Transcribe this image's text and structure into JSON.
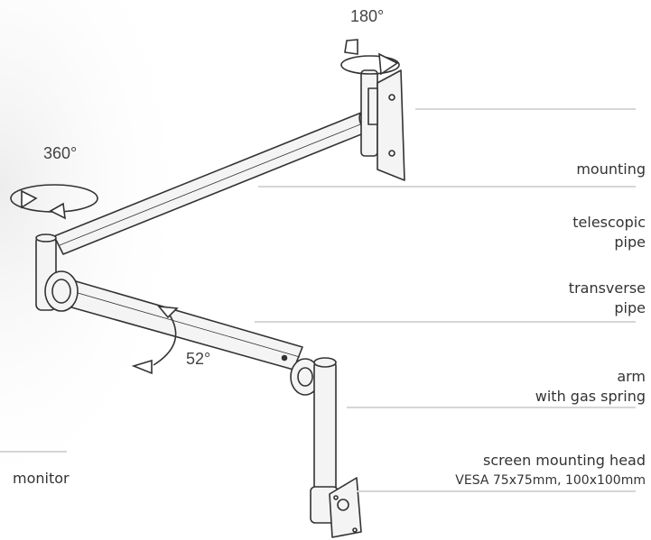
{
  "rotations": {
    "top": "180°",
    "left": "360°",
    "middle": "52°"
  },
  "labels": {
    "mounting": "mounting",
    "telescopic_1": "telescopic",
    "telescopic_2": "pipe",
    "transverse_1": "transverse",
    "transverse_2": "pipe",
    "arm_1": "arm",
    "arm_2": "with gas spring",
    "head_1": "screen mounting head",
    "head_2": "VESA 75x75mm, 100x100mm",
    "monitor": "monitor"
  },
  "colors": {
    "stroke": "#333333",
    "fill": "#f4f4f4",
    "leader": "#d6d6d6"
  }
}
